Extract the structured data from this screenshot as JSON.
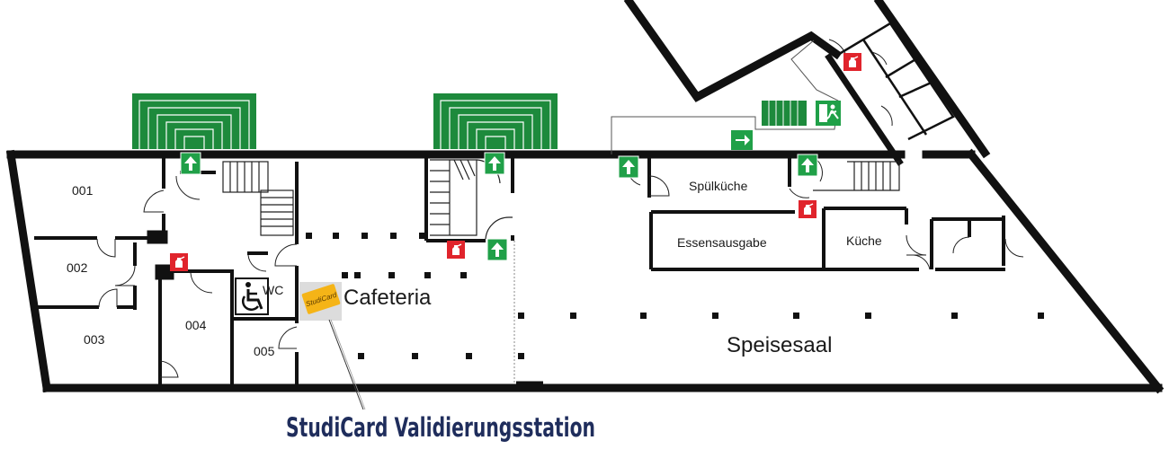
{
  "floorplan": {
    "rooms": {
      "r001": "001",
      "r002": "002",
      "r003": "003",
      "r004": "004",
      "r005": "005",
      "wc": "WC",
      "cafeteria": "Cafeteria",
      "spuelkueche": "Spülküche",
      "essensausgabe": "Essensausgabe",
      "kueche": "Küche",
      "speisesaal": "Speisesaal"
    },
    "studicard_badge": "StudiCard",
    "callout": "StudiCard Validierungsstation"
  },
  "colors": {
    "wall": "#111111",
    "stair_green": "#1d8a3c",
    "exit_sign": "#20a048",
    "fire_extinguisher": "#e0242c",
    "studicard_badge": "#f5b417",
    "callout_text": "#1f2d5c"
  },
  "icons": {
    "exit": "exit-arrow-icon",
    "fire": "fire-extinguisher-icon",
    "accessible": "wheelchair-icon",
    "emergency_exit": "running-man-exit-icon"
  }
}
